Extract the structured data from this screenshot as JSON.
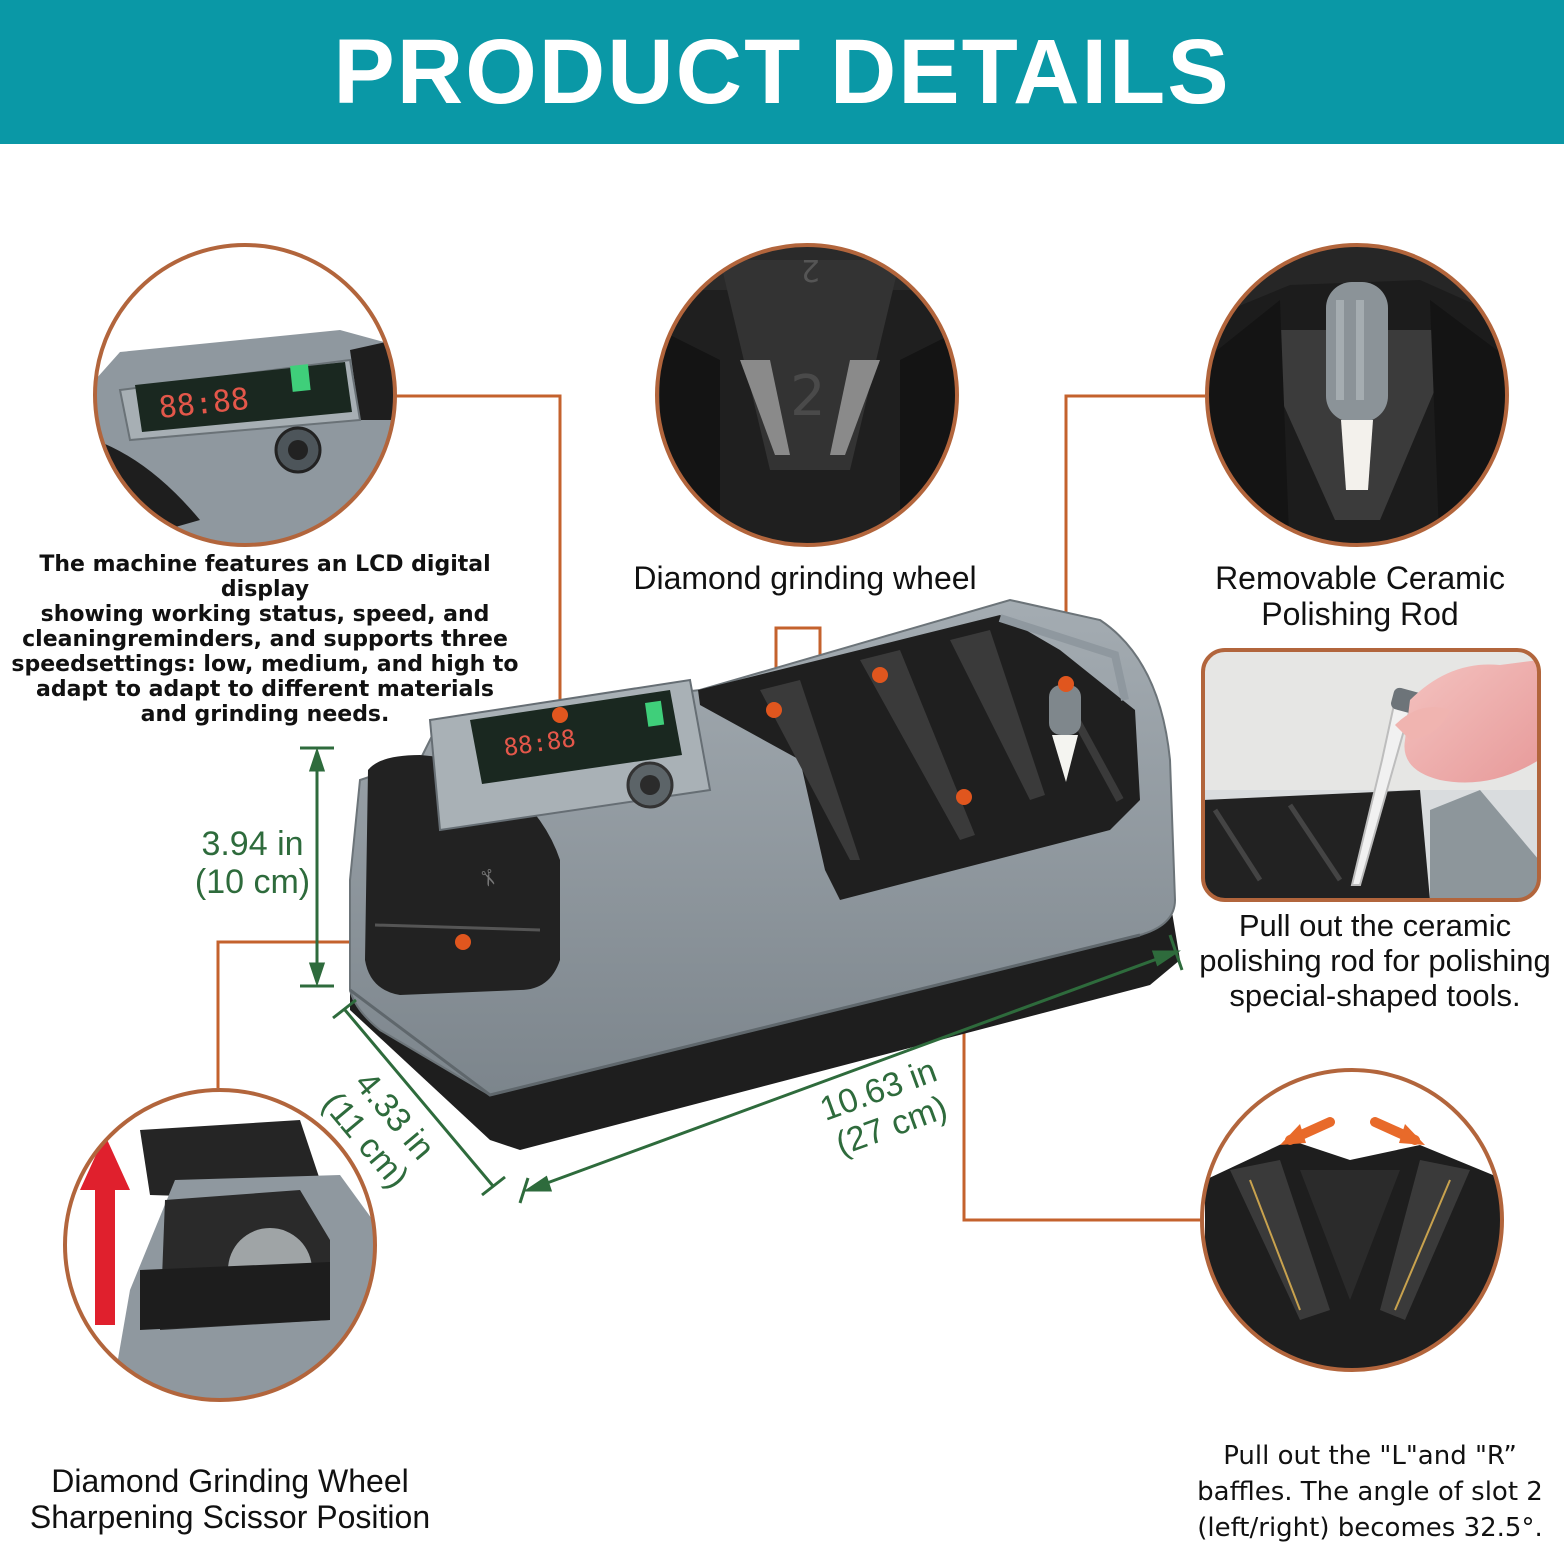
{
  "header": {
    "title": "PRODUCT DETAILS"
  },
  "captions": {
    "lcd": "The machine features an LCD digital display\nshowing working status, speed, and\ncleaningreminders, and supports three\nspeedsettings: low, medium, and high to\nadapt to adapt to different materials\nand grinding needs.",
    "diamond_wheel": "Diamond grinding wheel",
    "ceramic_rod": "Removable Ceramic\nPolishing Rod",
    "pull_rod": "Pull out the ceramic\npolishing rod for polishing\nspecial-shaped tools.",
    "scissor": "Diamond Grinding Wheel\nSharpening Scissor Position",
    "baffles": "Pull out the \"L\"and \"R”\nbaffles. The angle of slot 2\n(left/right) becomes 32.5°."
  },
  "dimensions": {
    "height": "3.94 in\n(10 cm)",
    "depth": "4.33 in\n(11 cm)",
    "length": "10.63 in\n(27 cm)"
  },
  "lcd_display": {
    "digits": "88:88",
    "slot_number": "2"
  },
  "colors": {
    "banner": "#0a98a6",
    "callout": "#c4622d",
    "marker": "#e0561e",
    "dimension": "#2e6b3c",
    "body_gray": "#8f989f",
    "slot_black": "#1e1e1e"
  }
}
